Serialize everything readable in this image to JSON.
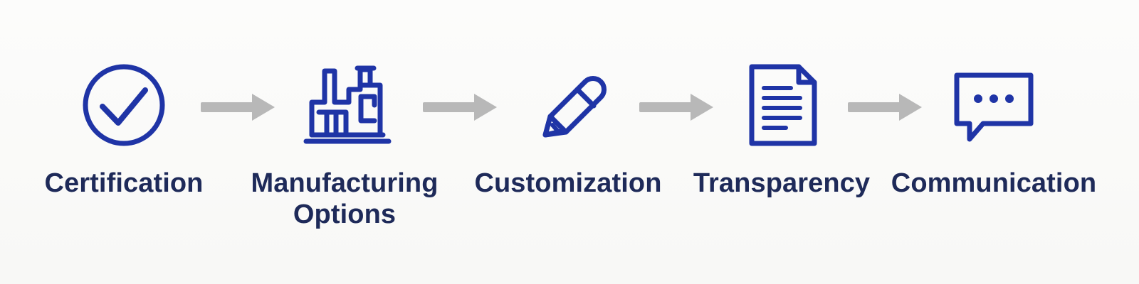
{
  "colors": {
    "icon": "#1f34a6",
    "label": "#1e2a59",
    "arrow": "#b8b8b8",
    "background": "#fbfbfa"
  },
  "steps": [
    {
      "label": "Certification",
      "icon": "check-circle-icon"
    },
    {
      "label": "Manufacturing\nOptions",
      "icon": "factory-icon"
    },
    {
      "label": "Customization",
      "icon": "pen-icon"
    },
    {
      "label": "Transparency",
      "icon": "document-icon"
    },
    {
      "label": "Communication",
      "icon": "chat-bubble-icon"
    }
  ],
  "connectors": [
    "arrow-right-icon",
    "arrow-right-icon",
    "arrow-right-icon",
    "arrow-right-icon"
  ]
}
